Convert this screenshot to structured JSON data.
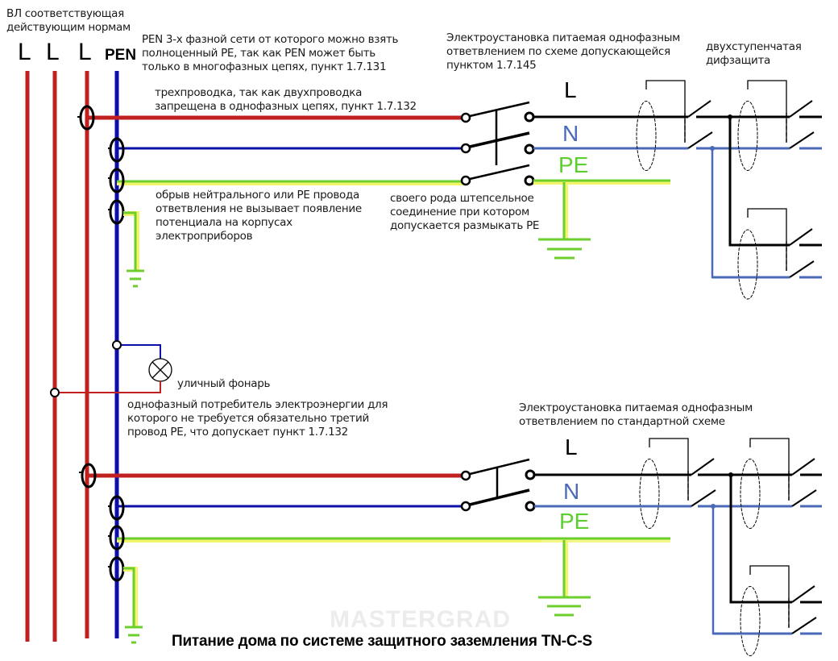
{
  "colors": {
    "phase": "#c0201f",
    "pen": "#0b0fa8",
    "neutral_branch": "#4a6ab8",
    "pe": "#6ccf2e",
    "pe_glow": "#f2f56a",
    "line": "#000000",
    "background": "#ffffff"
  },
  "overhead_line": {
    "note": "ВЛ соответствующая\nдействующим нормам",
    "bus_labels": [
      "L",
      "L",
      "L"
    ],
    "pen_label": "PEN"
  },
  "notes": {
    "pen_source": "PEN 3-х фазной сети от которого можно взять\nполноценный PE, так как PEN может быть\nтолько в многофазных цепях, пункт 1.7.131",
    "three_wire": "трехпроводка, так как двухпроводка\nзапрещена в однофазных цепях, пункт 1.7.132",
    "break_safety": "обрыв нейтрального или PE провода\nответвления не вызывает появление\nпотенциала на корпусах\nэлектроприборов",
    "plug_connection": "своего рода штепсельное\nсоединение при котором\nдопускается размыкать PE",
    "install_top": "Электроустановка питаемая однофазным\nответвлением по схеме допускающейся\nпунктом 1.7.145",
    "two_stage_rcd": "двухступенчатая\nдифзащита",
    "street_lamp": "уличный фонарь",
    "single_phase_consumer": "однофазный потребитель электроэнергии для\nкоторого не требуется обязательно третий\nпровод PE, что допускает пункт 1.7.132",
    "install_bottom": "Электроустановка питаемая однофазным\nответвлением по стандартной схеме"
  },
  "branches": [
    {
      "name": "top",
      "wire_labels": {
        "L": "L",
        "N": "N",
        "PE": "PE"
      },
      "switch_poles": 3
    },
    {
      "name": "bottom",
      "wire_labels": {
        "L": "L",
        "N": "N",
        "PE": "PE"
      },
      "switch_poles": 2
    }
  ],
  "watermark": "MASTERGRAD",
  "caption": "Питание дома по системе защитного заземления TN-C-S"
}
